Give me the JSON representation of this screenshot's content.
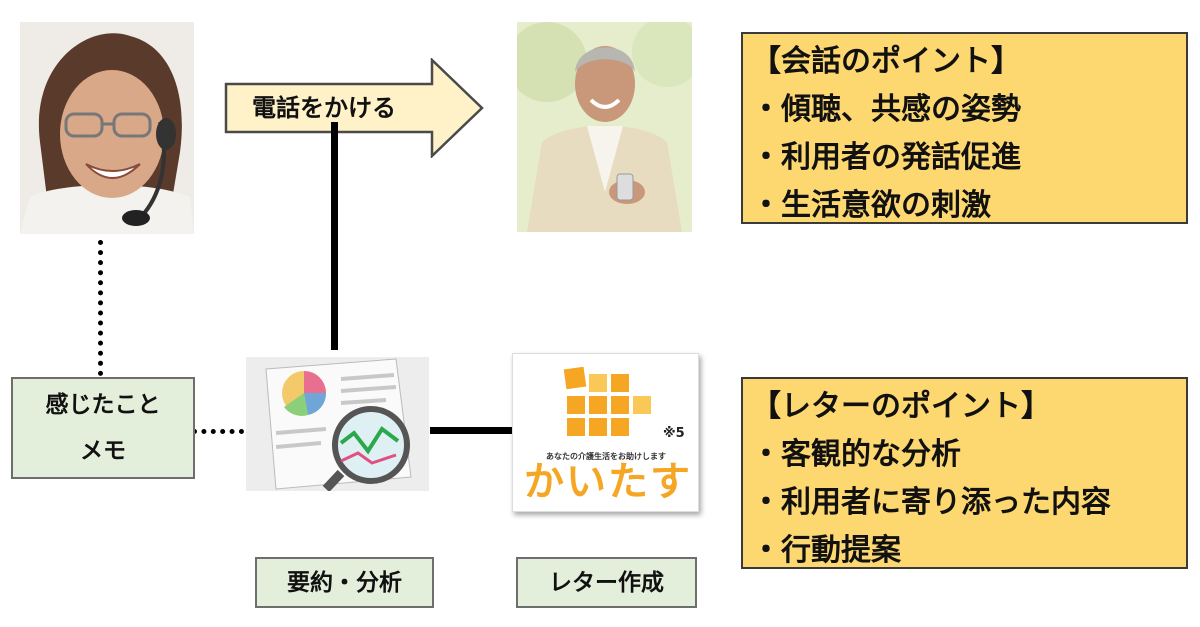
{
  "arrow": {
    "label": "電話をかける"
  },
  "memo": {
    "line1": "感じたこと",
    "line2": "メモ"
  },
  "labels": {
    "analysis": "要約・分析",
    "letter": "レター作成"
  },
  "conversation_points": {
    "title": "【会話のポイント】",
    "items": [
      "・傾聴、共感の姿勢",
      "・利用者の発話促進",
      "・生活意欲の刺激"
    ]
  },
  "letter_points": {
    "title": "【レターのポイント】",
    "items": [
      "・客観的な分析",
      "・利用者に寄り添った内容",
      "・行動提案"
    ]
  },
  "logo": {
    "tagline": "あなたの介護生活をお助けします",
    "name": "かいたす",
    "note": "※5"
  },
  "colors": {
    "yellow_box": "#fdd770",
    "green_box": "#e3eedb",
    "arrow_fill": "#fff2c8",
    "logo_orange": "#f5a623"
  }
}
